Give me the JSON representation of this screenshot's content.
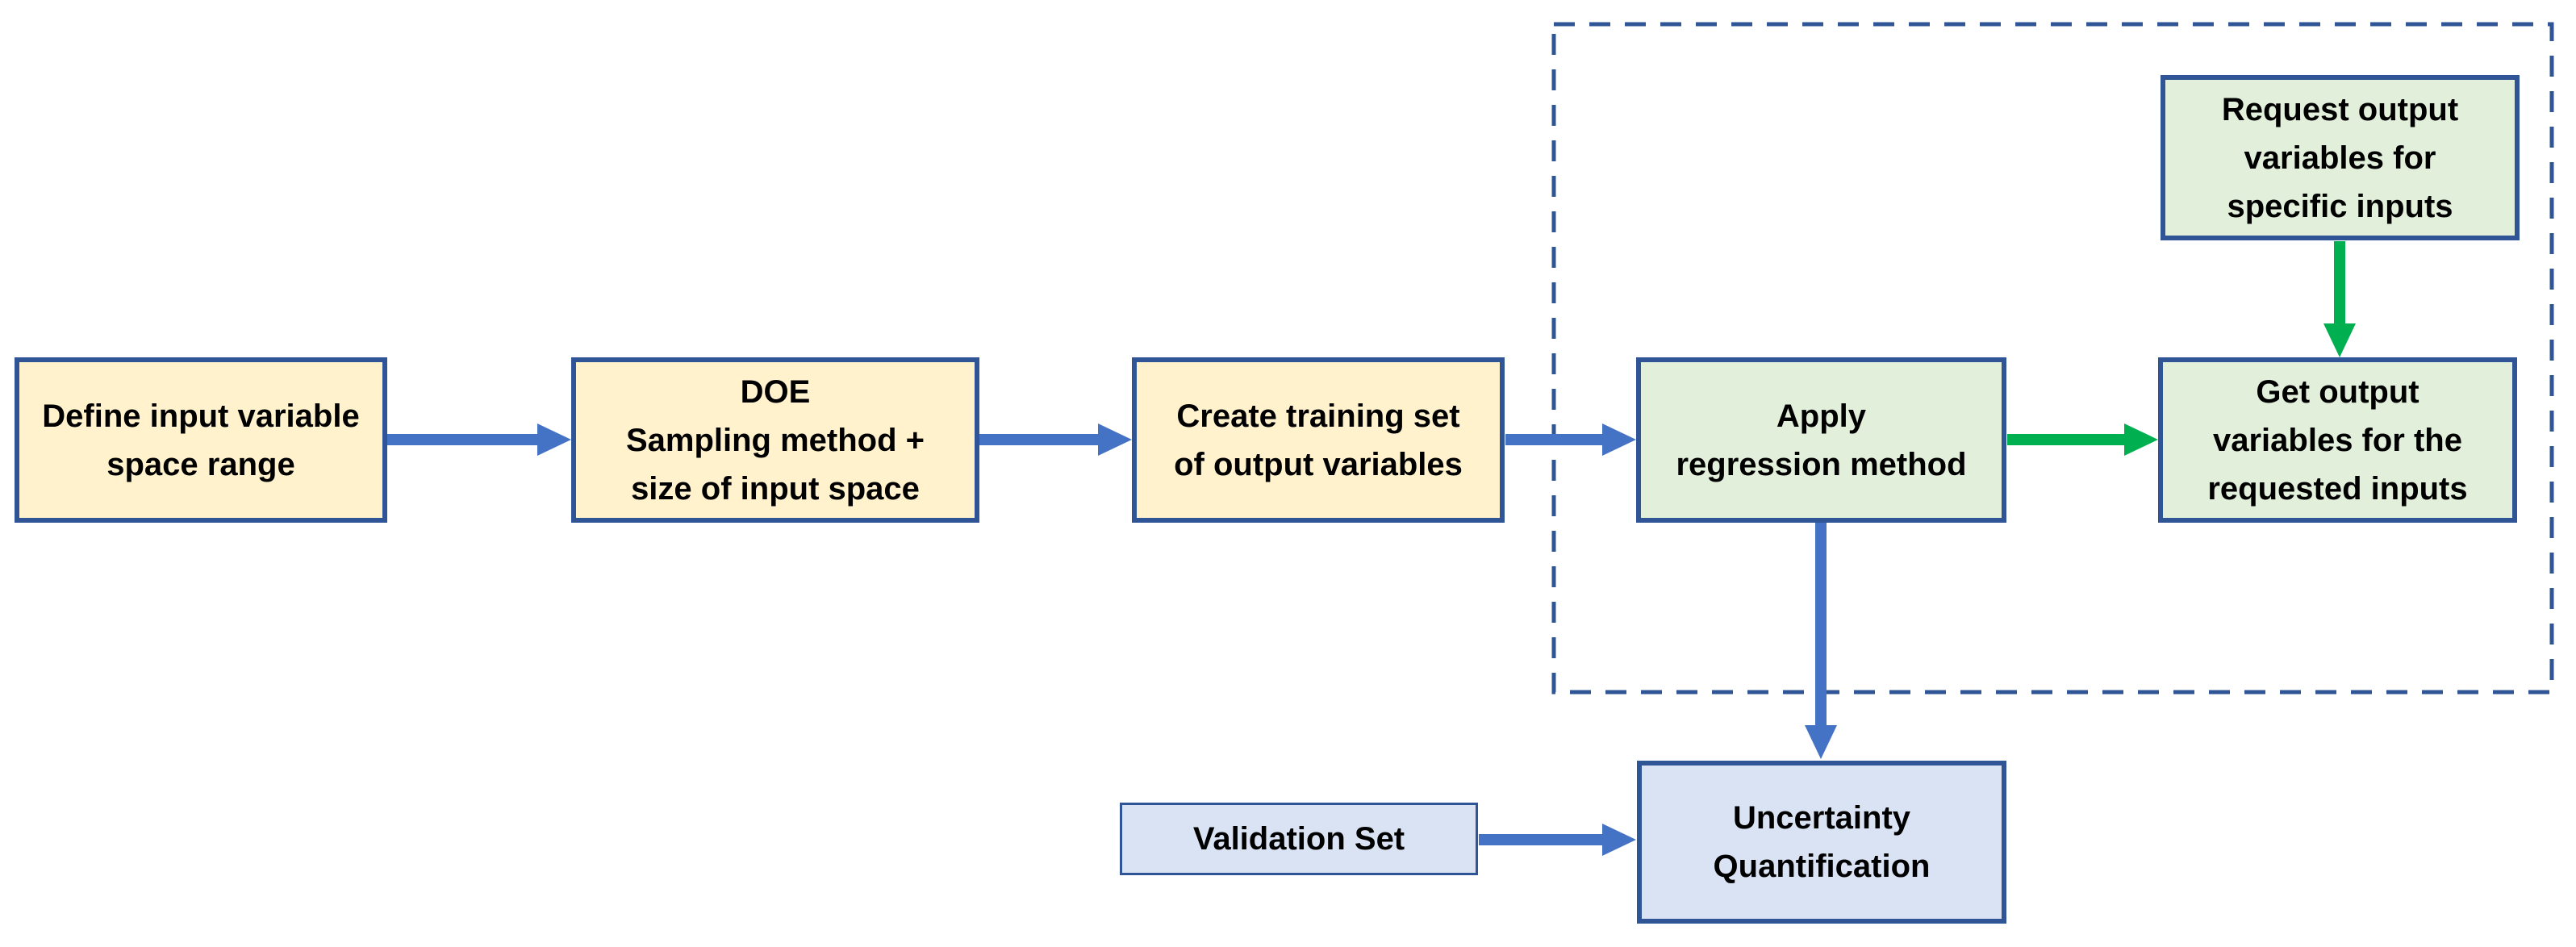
{
  "diagram": {
    "background": "#ffffff",
    "colors": {
      "box_border": "#2F5597",
      "dashed_border": "#2F5597",
      "arrow_blue": "#4472C4",
      "arrow_green": "#00B050",
      "fill_input": "#FFF2CC",
      "fill_surrogate": "#E2EFDA",
      "fill_uq": "#DAE3F3"
    },
    "nodes": {
      "define_input": {
        "label": "Define input variable\nspace range"
      },
      "doe": {
        "label": "DOE\nSampling method +\nsize of input space"
      },
      "training_set": {
        "label": "Create training set\nof output variables"
      },
      "regression": {
        "label": "Apply\nregression method"
      },
      "request_output": {
        "label": "Request output\nvariables for\nspecific inputs"
      },
      "get_output": {
        "label": "Get output\nvariables for the\nrequested inputs"
      },
      "uq": {
        "label": "Uncertainty\nQuantification"
      },
      "validation": {
        "label": "Validation Set"
      }
    },
    "edges": [
      {
        "from": "define_input",
        "to": "doe",
        "color": "blue"
      },
      {
        "from": "doe",
        "to": "training_set",
        "color": "blue"
      },
      {
        "from": "training_set",
        "to": "regression",
        "color": "blue"
      },
      {
        "from": "regression",
        "to": "get_output",
        "color": "green"
      },
      {
        "from": "request_output",
        "to": "get_output",
        "color": "green"
      },
      {
        "from": "regression",
        "to": "uq",
        "color": "blue"
      },
      {
        "from": "validation",
        "to": "uq",
        "color": "blue"
      }
    ]
  }
}
